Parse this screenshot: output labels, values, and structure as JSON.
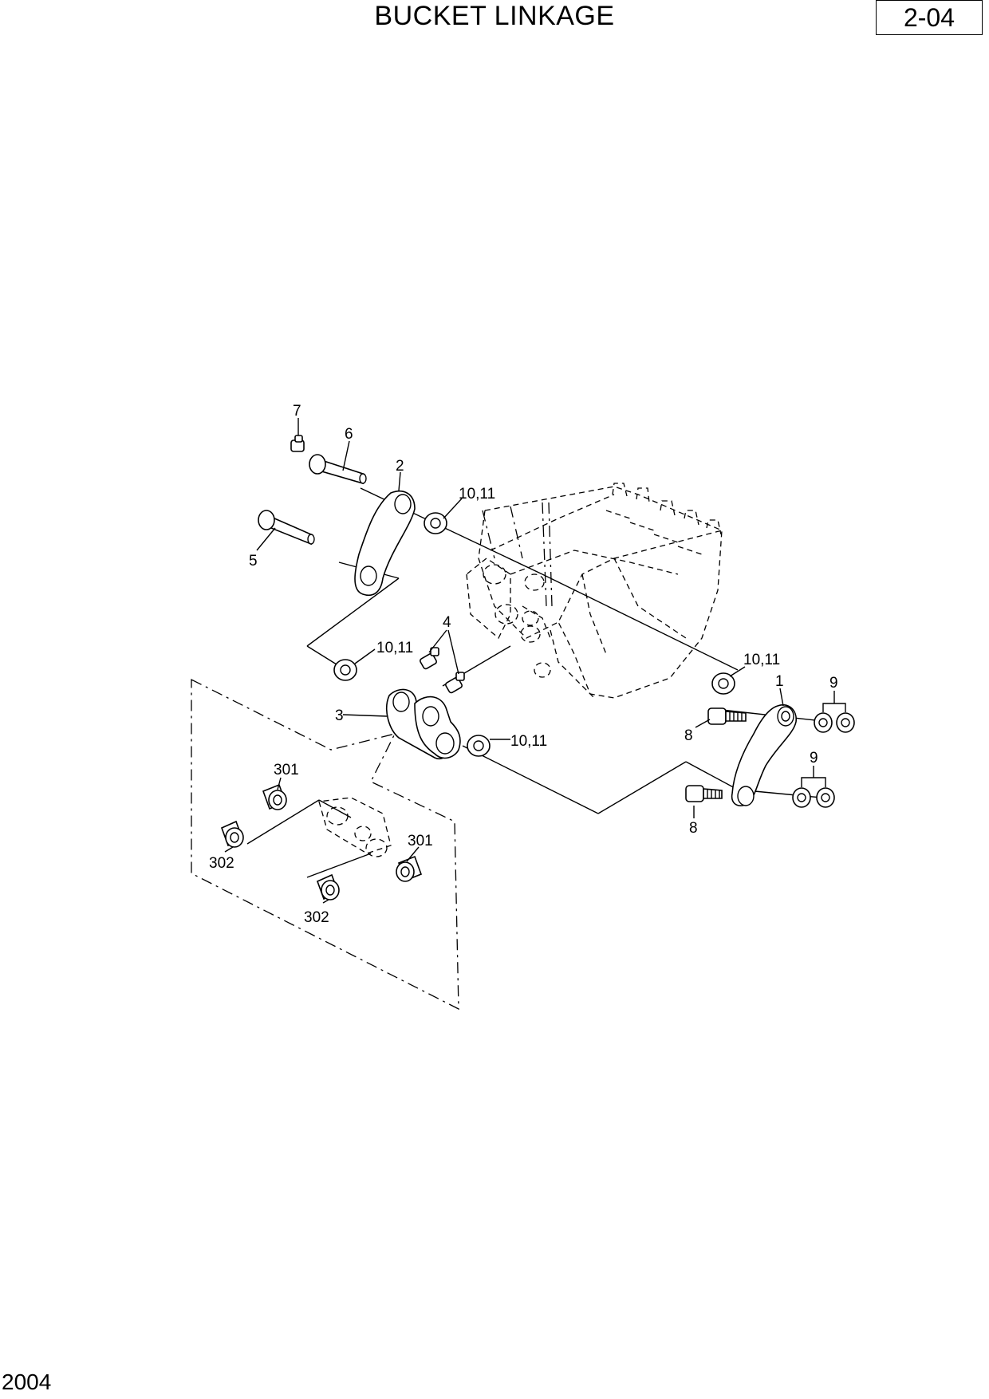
{
  "header": {
    "title": "BUCKET LINKAGE",
    "page_ref": "2-04"
  },
  "footer": {
    "code": "2004"
  },
  "callouts": {
    "c7": "7",
    "c6": "6",
    "c2": "2",
    "c5": "5",
    "c10_11_a": "10,11",
    "c4": "4",
    "c10_11_b": "10,11",
    "c3": "3",
    "c10_11_c": "10,11",
    "c10_11_d": "10,11",
    "c1": "1",
    "c9_a": "9",
    "c8_a": "8",
    "c9_b": "9",
    "c8_b": "8",
    "c301_a": "301",
    "c302_a": "302",
    "c301_b": "301",
    "c302_b": "302"
  }
}
